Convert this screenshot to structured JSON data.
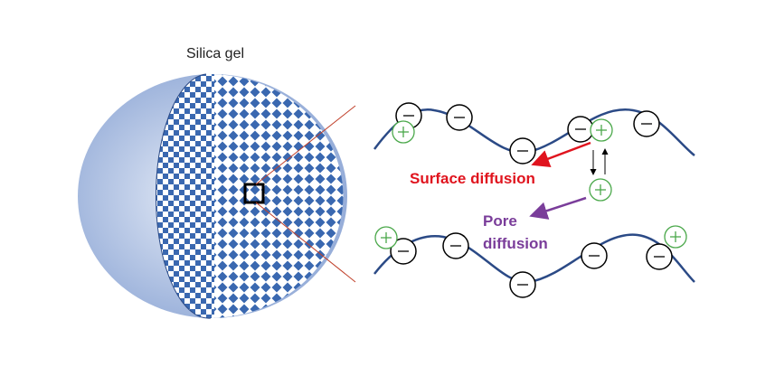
{
  "title": "Silica gel",
  "labels": {
    "surface_diffusion": "Surface diffusion",
    "pore_line1": "Pore",
    "pore_line2": "diffusion"
  },
  "symbols": {
    "negative": "−",
    "positive": "+"
  },
  "colors": {
    "sphere": "#8fa8d6",
    "pattern": "#3a68b0",
    "wave": "#2b4a86",
    "surface_arrow": "#e0141e",
    "pore_arrow": "#7a3d9a",
    "positive": "#4aa84a",
    "zoom_lines": "#c0402a"
  }
}
